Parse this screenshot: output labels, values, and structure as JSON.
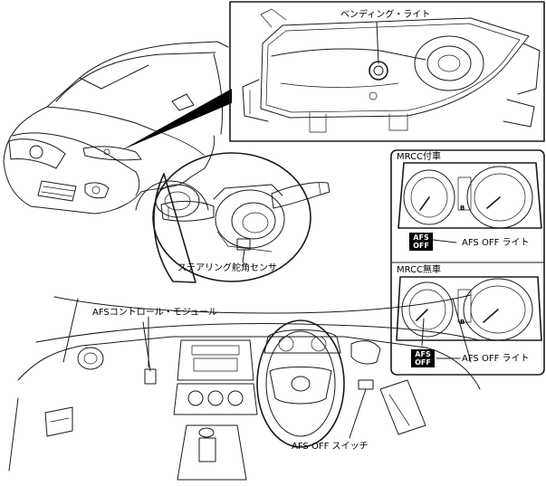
{
  "labels": {
    "bending_light": "ベンディング・ライト",
    "steering_angle_sensor": "ステアリング舵角センサ",
    "afs_control_module": "AFSコントロール・モジュール",
    "afs_off_switch": "AFS OFF スイッチ",
    "mrcc_equipped": "MRCC付車",
    "mrcc_not_equipped": "MRCC無車",
    "afs_off_light_1": "AFS OFF ライト",
    "afs_off_light_2": "AFS OFF ライト"
  },
  "badges": {
    "afs_1": "AFS",
    "off_1": "OFF",
    "afs_2": "AFS",
    "off_2": "OFF"
  }
}
